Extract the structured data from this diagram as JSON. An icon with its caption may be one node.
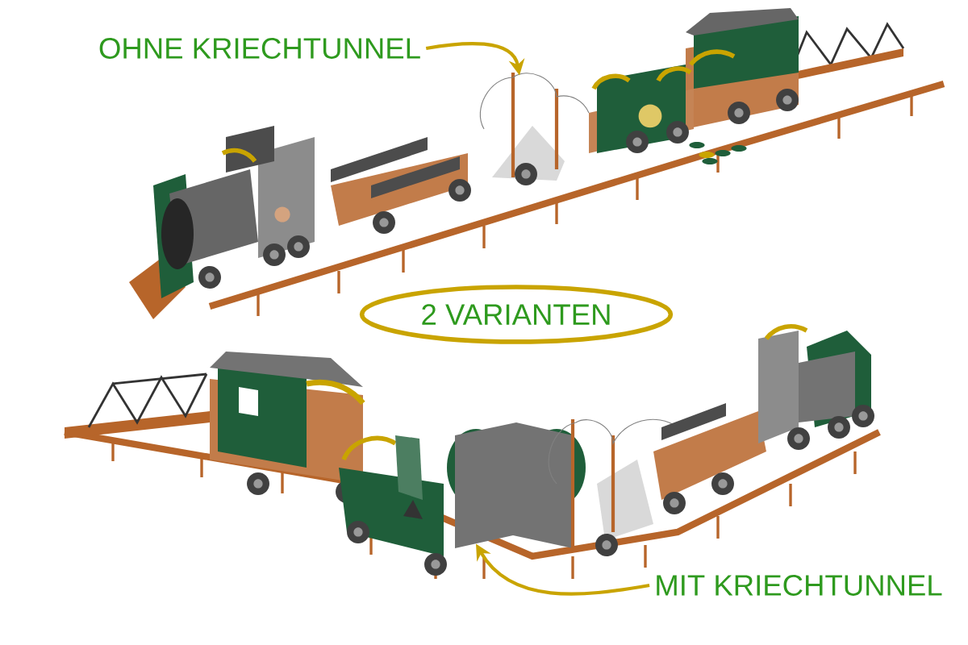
{
  "diagram": {
    "nodes": [
      {
        "text": [
          "OHNE KRIECHTUNNEL"
        ]
      },
      {
        "text": [],
        "shape": "picture"
      },
      {
        "text": [
          "2 VARIANTEN"
        ]
      },
      {
        "text": [],
        "shape": "picture"
      },
      {
        "text": [
          "MIT KRIECHTUNNEL"
        ]
      }
    ],
    "edges": [
      {
        "from": 0,
        "to": 1,
        "arrow": "to"
      },
      {
        "from": 4,
        "to": 3,
        "arrow": "to"
      }
    ]
  }
}
